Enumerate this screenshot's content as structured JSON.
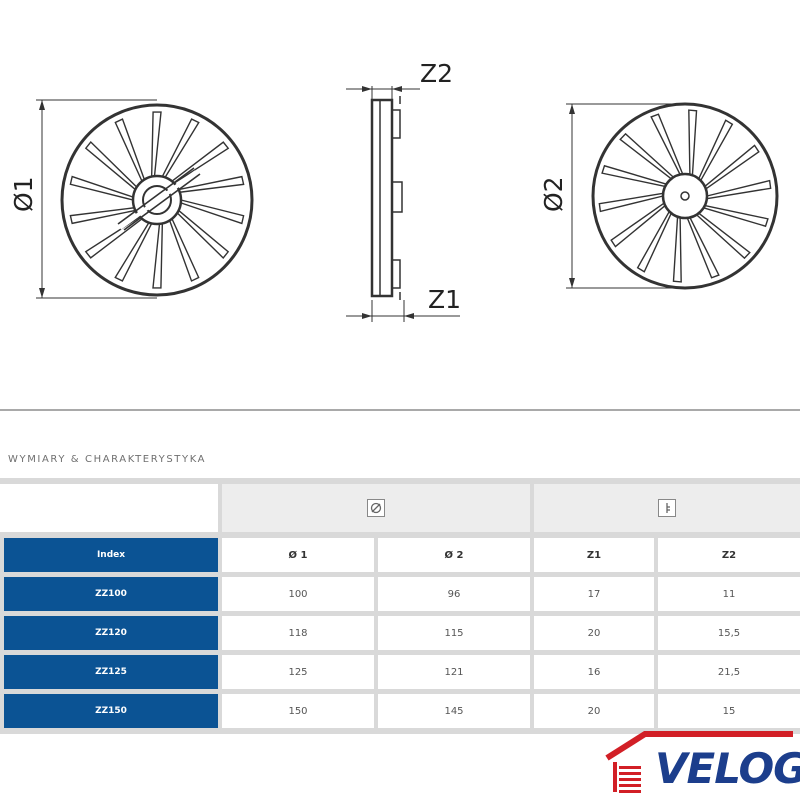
{
  "drawing": {
    "label_d1": "Ø1",
    "label_d2": "Ø2",
    "label_z1": "Z1",
    "label_z2": "Z2"
  },
  "section_title": "WYMIARY & CHARAKTERYSTYKA",
  "table": {
    "group_icons": [
      "diameter-icon",
      "depth-icon"
    ],
    "headers": [
      "Index",
      "Ø 1",
      "Ø 2",
      "Z1",
      "Z2"
    ],
    "rows": [
      [
        "ZZ100",
        "100",
        "96",
        "17",
        "11"
      ],
      [
        "ZZ120",
        "118",
        "115",
        "20",
        "15,5"
      ],
      [
        "ZZ125",
        "125",
        "121",
        "16",
        "21,5"
      ],
      [
        "ZZ150",
        "150",
        "145",
        "20",
        "15"
      ]
    ]
  },
  "logo": {
    "text": "VELOG",
    "roof_color": "#d21f26",
    "text_color": "#1c3e8c"
  },
  "colors": {
    "accent_blue": "#0b5394",
    "table_bg": "#d9d9d9"
  }
}
